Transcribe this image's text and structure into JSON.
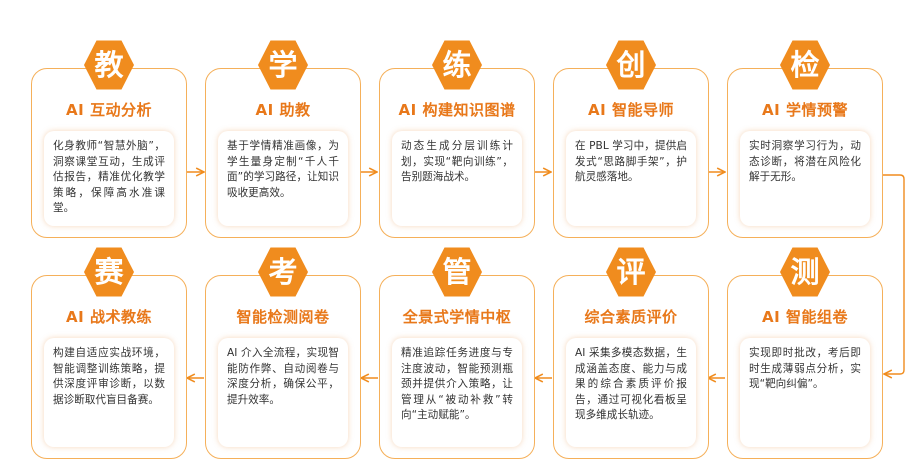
{
  "cards": [
    {
      "char": "教",
      "title": "AI 互动分析",
      "desc": "化身教师“智慧外脑”，洞察课堂互动，生成评估报告，精准优化教学策略，保障高水准课堂。"
    },
    {
      "char": "学",
      "title": "AI 助教",
      "desc": "基于学情精准画像，为学生量身定制“千人千面”的学习路径，让知识吸收更高效。"
    },
    {
      "char": "练",
      "title": "AI 构建知识图谱",
      "desc": "动态生成分层训练计划，实现“靶向训练”，告别题海战术。"
    },
    {
      "char": "创",
      "title": "AI 智能导师",
      "desc": "在 PBL 学习中，提供启发式“思路脚手架”，护航灵感落地。"
    },
    {
      "char": "检",
      "title": "AI 学情预警",
      "desc": "实时洞察学习行为，动态诊断，将潜在风险化解于无形。"
    },
    {
      "char": "赛",
      "title": "AI 战术教练",
      "desc": "构建自适应实战环境，智能调整训练策略，提供深度评审诊断，以数据诊断取代盲目备赛。"
    },
    {
      "char": "考",
      "title": "智能检测阅卷",
      "desc": "AI 介入全流程，实现智能防作弊、自动阅卷与深度分析，确保公平，提升效率。"
    },
    {
      "char": "管",
      "title": "全景式学情中枢",
      "desc": "精准追踪任务进度与专注度波动，智能预测瓶颈并提供介入策略，让管理从“被动补救”转向“主动赋能”。"
    },
    {
      "char": "评",
      "title": "综合素质评价",
      "desc": "AI 采集多模态数据，生成涵盖态度、能力与成果的综合素质评价报告，通过可视化看板呈现多维成长轨迹。"
    },
    {
      "char": "测",
      "title": "AI 智能组卷",
      "desc": "实现即时批改，考后即时生成薄弱点分析，实现“靶向纠偏”。"
    }
  ],
  "colors": {
    "accent": "#f08c1e",
    "title": "#e8781a",
    "border": "#f5b05a",
    "text": "#333333"
  }
}
